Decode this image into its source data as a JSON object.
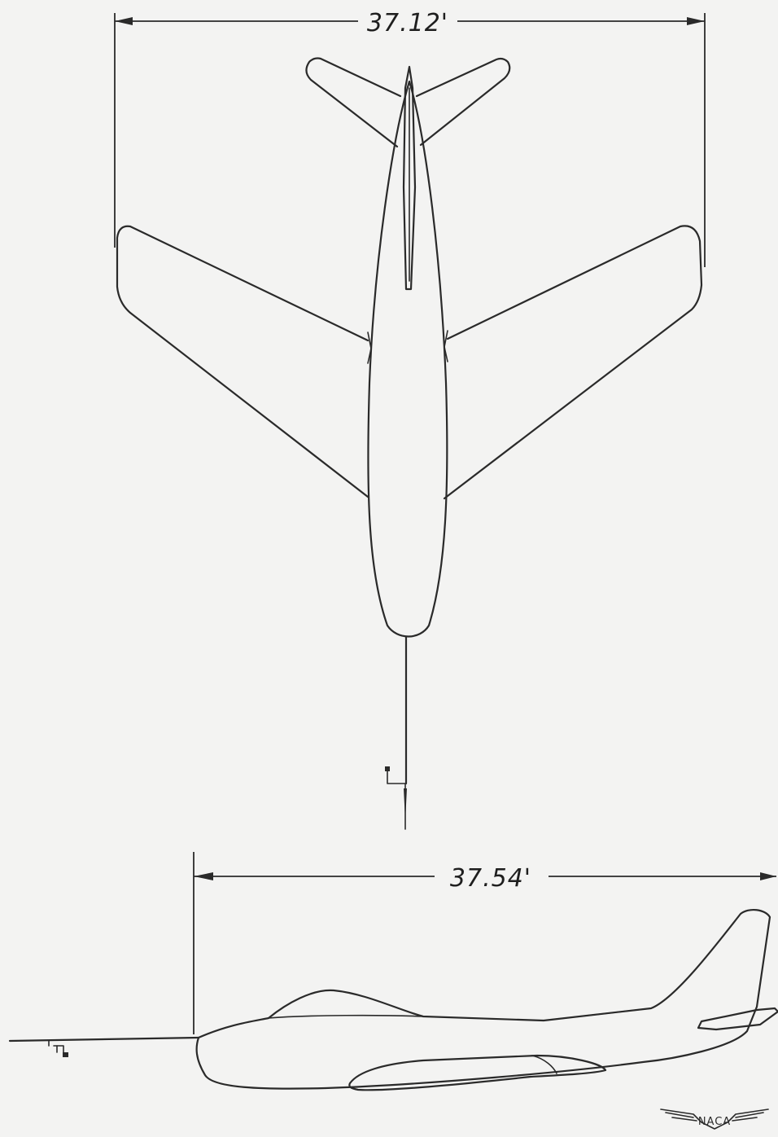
{
  "plan_view": {
    "span_label": "37.12'"
  },
  "side_view": {
    "length_label": "37.54'"
  },
  "logo": {
    "text": "NACA"
  }
}
